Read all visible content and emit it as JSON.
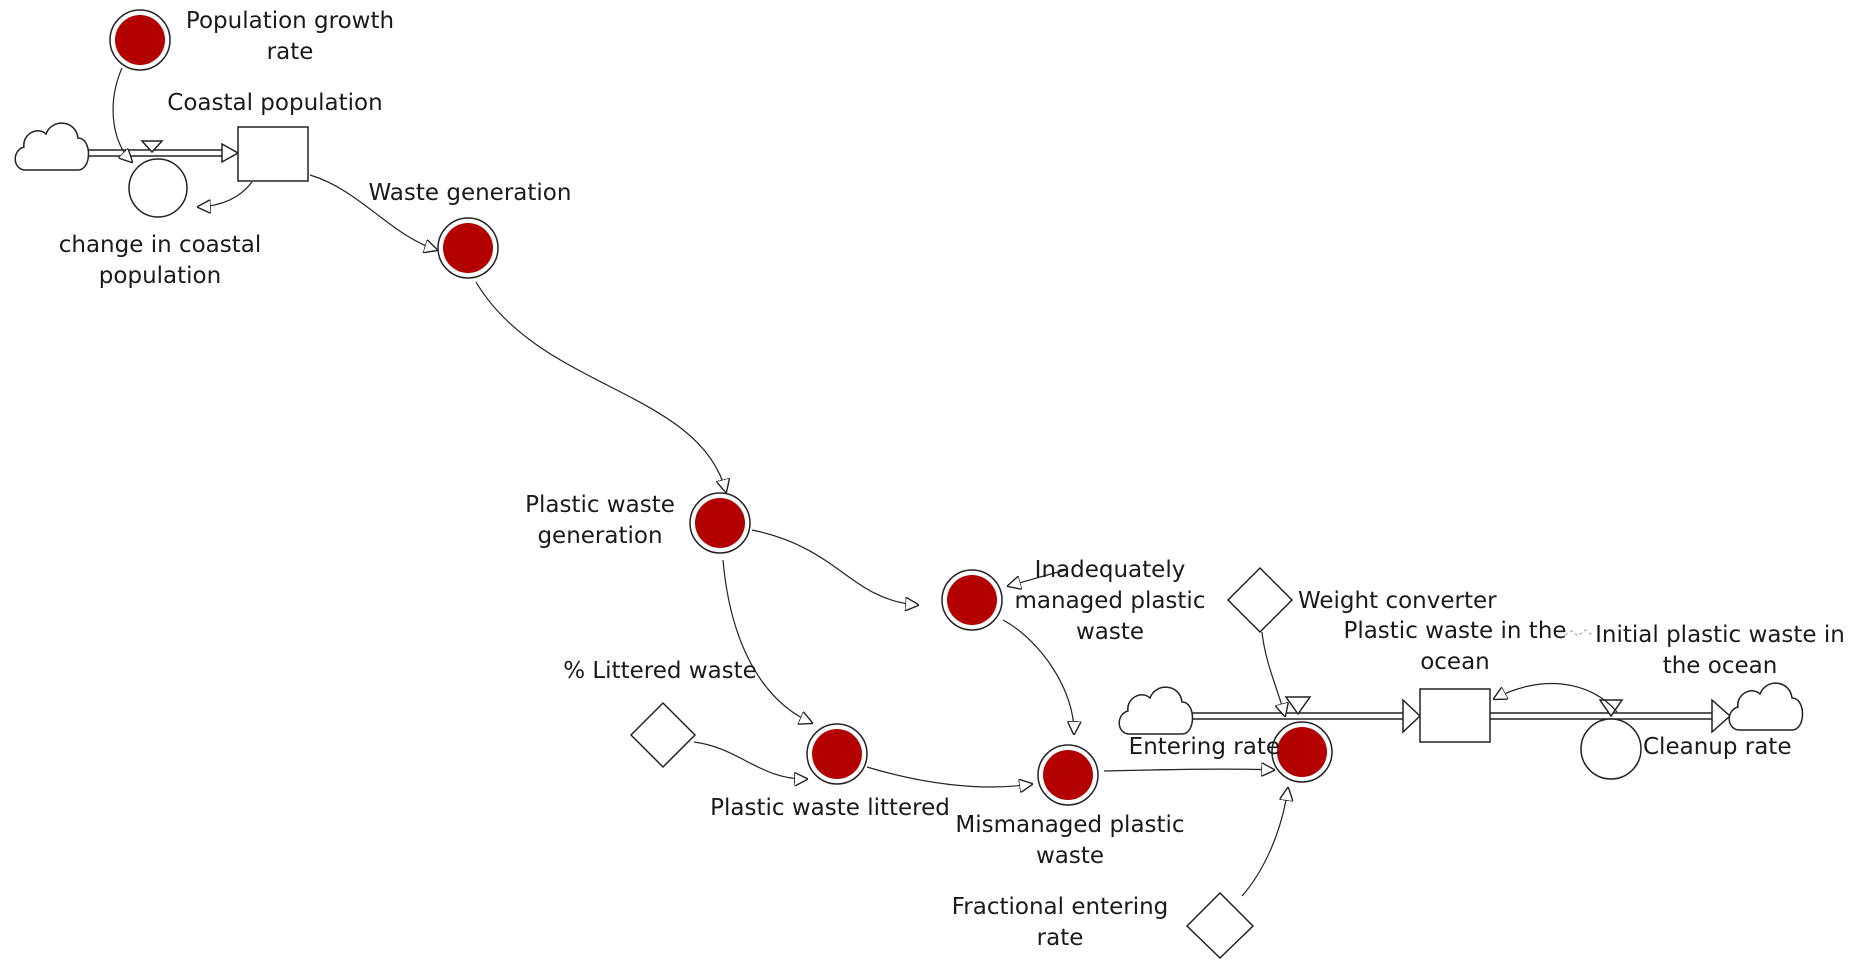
{
  "colors": {
    "aux_fill": "#b30000",
    "line": "#222222",
    "background": "#ffffff"
  },
  "labels": {
    "population_growth_rate": [
      "Population growth",
      "rate"
    ],
    "coastal_population": [
      "Coastal population"
    ],
    "change_in_coastal_population": [
      "change in coastal",
      "population"
    ],
    "waste_generation": [
      "Waste generation"
    ],
    "plastic_waste_generation": [
      "Plastic waste",
      "generation"
    ],
    "inadequately_managed_plastic_waste": [
      "Inadequately",
      "managed plastic",
      "waste"
    ],
    "weight_converter": [
      "Weight converter"
    ],
    "plastic_waste_in_the_ocean": [
      "Plastic waste in the",
      "ocean"
    ],
    "initial_plastic_waste_in_the_ocean": [
      "Initial plastic waste in",
      "the ocean"
    ],
    "littered_waste_pct": [
      "% Littered waste"
    ],
    "entering_rate": [
      "Entering rate"
    ],
    "cleanup_rate": [
      "Cleanup rate"
    ],
    "plastic_waste_littered": [
      "Plastic waste littered"
    ],
    "mismanaged_plastic_waste": [
      "Mismanaged plastic",
      "waste"
    ],
    "fractional_entering_rate": [
      "Fractional entering",
      "rate"
    ]
  }
}
